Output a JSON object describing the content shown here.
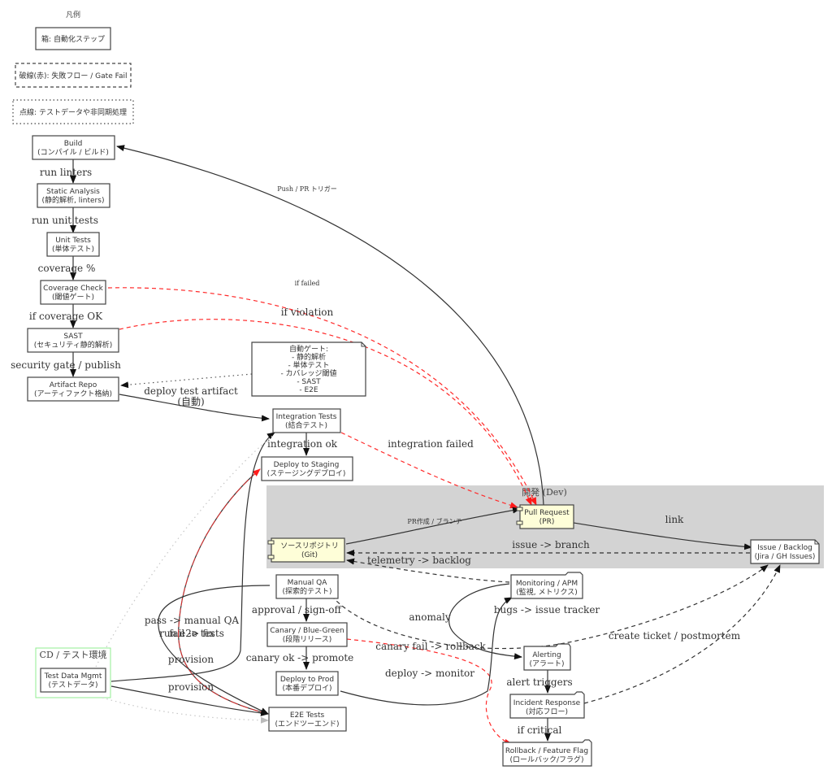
{
  "legend": {
    "title": "凡例",
    "box": "箱: 自動化ステップ",
    "dashed": "破線(赤): 失敗フロー / Gate Fail",
    "dotted": "点線: テストデータや非同期処理"
  },
  "nodes": {
    "build": [
      "Build",
      "(コンパイル / ビルド)"
    ],
    "static": [
      "Static Analysis",
      "(静的解析, linters)"
    ],
    "unit": [
      "Unit Tests",
      "(単体テスト)"
    ],
    "coverage": [
      "Coverage Check",
      "(閾値ゲート)"
    ],
    "sast": [
      "SAST",
      "(セキュリティ静的解析)"
    ],
    "artifact": [
      "Artifact Repo",
      "(アーティファクト格納)"
    ],
    "note": [
      "自動ゲート:",
      "- 静的解析",
      "- 単体テスト",
      "- カバレッジ閾値",
      "- SAST",
      "- E2E"
    ],
    "integration": [
      "Integration Tests",
      "(結合テスト)"
    ],
    "staging": [
      "Deploy to Staging",
      "(ステージングデプロイ)"
    ],
    "pr": [
      "Pull Request",
      "(PR)"
    ],
    "repo": [
      "ソースリポジトリ",
      "(Git)"
    ],
    "issue": [
      "Issue / Backlog",
      "(Jira / GH Issues)"
    ],
    "manualqa": [
      "Manual QA",
      "(探索的テスト)"
    ],
    "canary": [
      "Canary / Blue-Green",
      "(段階リリース)"
    ],
    "prod": [
      "Deploy to Prod",
      "(本番デプロイ)"
    ],
    "e2e": [
      "E2E Tests",
      "(エンドツーエンド)"
    ],
    "monitoring": [
      "Monitoring / APM",
      "(監視, メトリクス)"
    ],
    "alerting": [
      "Alerting",
      "(アラート)"
    ],
    "incident": [
      "Incident Response",
      "(対応フロー)"
    ],
    "rollback": [
      "Rollback / Feature Flag",
      "(ロールバック/フラグ)"
    ],
    "testdata": [
      "Test Data Mgmt",
      "(テストデータ)"
    ]
  },
  "clusters": {
    "dev": "開発 (Dev)",
    "cd": "CD / テスト環境"
  },
  "edge_labels": {
    "run_linters": "run linters",
    "run_unit": "run unit tests",
    "coverage_pct": "coverage %",
    "if_cov_ok": "if coverage OK",
    "security_gate": "security gate / publish",
    "deploy_artifact_1": "deploy test artifact",
    "deploy_artifact_2": "(自動)",
    "integration_ok": "integration ok",
    "integration_failed": "integration failed",
    "push_trigger": "Push / PR トリガー",
    "if_failed": "if failed",
    "if_violation": "if violation",
    "pr_branch": "PR作成 / ブランチ",
    "link": "link",
    "issue_branch": "issue -> branch",
    "telemetry_backlog": "telemetry -> backlog",
    "approval": "approval / sign-off",
    "canary_ok": "canary ok -> promote",
    "canary_fail": "canary fail -> rollback",
    "deploy_monitor": "deploy -> monitor",
    "anomaly": "anomaly",
    "bugs_issue": "bugs -> issue tracker",
    "alert_triggers": "alert triggers",
    "if_critical": "if critical",
    "create_ticket": "create ticket / postmortem",
    "pass_manual": "pass -> manual QA",
    "run_e2e": "run e2e tests",
    "fail_fix": "fail -> fix",
    "provision_1": "provision",
    "provision_2": "provision"
  },
  "colors": {
    "fail_edge": "#ff2a2a",
    "dev_cluster_bg": "#d3d3d3",
    "component_fill": "#fefed8",
    "cd_cluster_border": "#90ee90"
  }
}
